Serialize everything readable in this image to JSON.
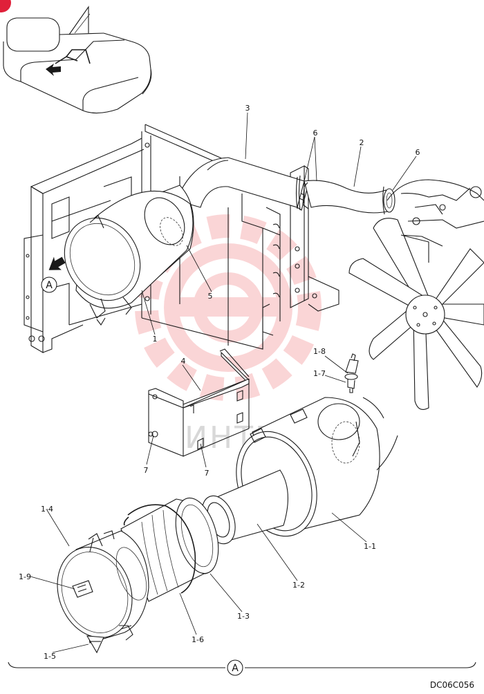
{
  "callouts": {
    "c1": "1",
    "c2": "2",
    "c3": "3",
    "c4": "4",
    "c5": "5",
    "c6a": "6",
    "c6b": "6",
    "c7a": "7",
    "c7b": "7",
    "c1_1": "1-1",
    "c1_2": "1-2",
    "c1_3": "1-3",
    "c1_4": "1-4",
    "c1_5": "1-5",
    "c1_6": "1-6",
    "c1_7": "1-7",
    "c1_8": "1-8",
    "c1_9": "1-9"
  },
  "view_marker": "A",
  "view_marker_bottom": "A",
  "watermark_text": "ИНТЕХ",
  "drawing_code": "DC06C056",
  "colors": {
    "line": "#1a1a1a",
    "watermark": "#e8333a",
    "corner_badge": "#e0203a"
  }
}
